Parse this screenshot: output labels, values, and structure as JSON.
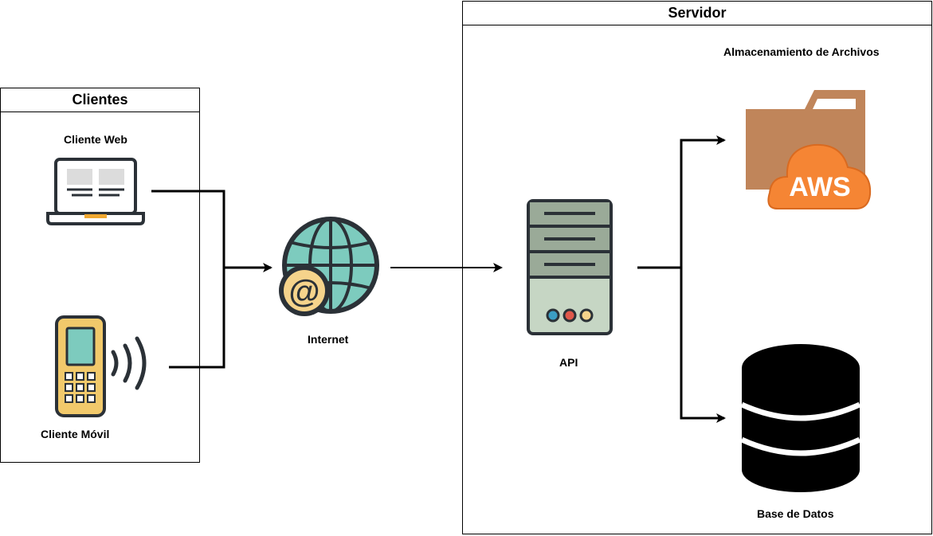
{
  "groups": {
    "clientes": "Clientes",
    "servidor": "Servidor"
  },
  "nodes": {
    "cliente_web": "Cliente Web",
    "cliente_movil": "Cliente Móvil",
    "internet": "Internet",
    "api": "API",
    "almacenamiento": "Almacenamiento de Archivos",
    "aws_badge": "AWS",
    "base_datos": "Base de Datos"
  },
  "icons": {
    "cliente_web": "laptop-icon",
    "cliente_movil": "mobile-phone-icon",
    "internet": "globe-at-icon",
    "api": "server-icon",
    "almacenamiento": "aws-folder-icon",
    "base_datos": "database-icon"
  },
  "colors": {
    "globe": "#7dcbbe",
    "at_badge": "#f5d38b",
    "server_body": "#c6d6c4",
    "server_slots": "#9aaa98",
    "folder": "#c0855a",
    "aws_cloud": "#f58534",
    "phone_body": "#f1c96b",
    "phone_screen": "#7dcbbe",
    "outline": "#2b3137"
  }
}
